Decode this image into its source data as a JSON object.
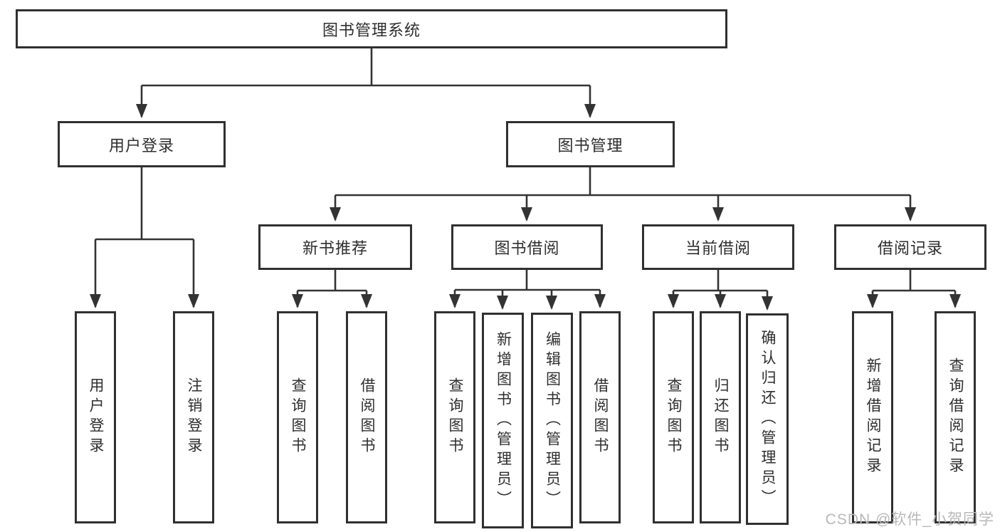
{
  "diagram": {
    "root": {
      "label": "图书管理系统"
    },
    "branches": [
      {
        "label": "用户登录",
        "leaves": [
          "用户登录",
          "注销登录"
        ]
      },
      {
        "label": "图书管理",
        "groups": [
          {
            "label": "新书推荐",
            "leaves": [
              "查询图书",
              "借阅图书"
            ]
          },
          {
            "label": "图书借阅",
            "leaves": [
              "查询图书",
              "新增图书（管理员）",
              "编辑图书（管理员）",
              "借阅图书"
            ]
          },
          {
            "label": "当前借阅",
            "leaves": [
              "查询图书",
              "归还图书",
              "确认归还（管理员）"
            ]
          },
          {
            "label": "借阅记录",
            "leaves": [
              "新增借阅记录",
              "查询借阅记录"
            ]
          }
        ]
      }
    ]
  },
  "watermark": {
    "text": "CSDN @软件_小贺同学"
  },
  "colors": {
    "line": "#333333",
    "box_border": "#303030",
    "text": "#2e2e2e",
    "watermark": "#b8b8b8",
    "background": "#ffffff"
  }
}
